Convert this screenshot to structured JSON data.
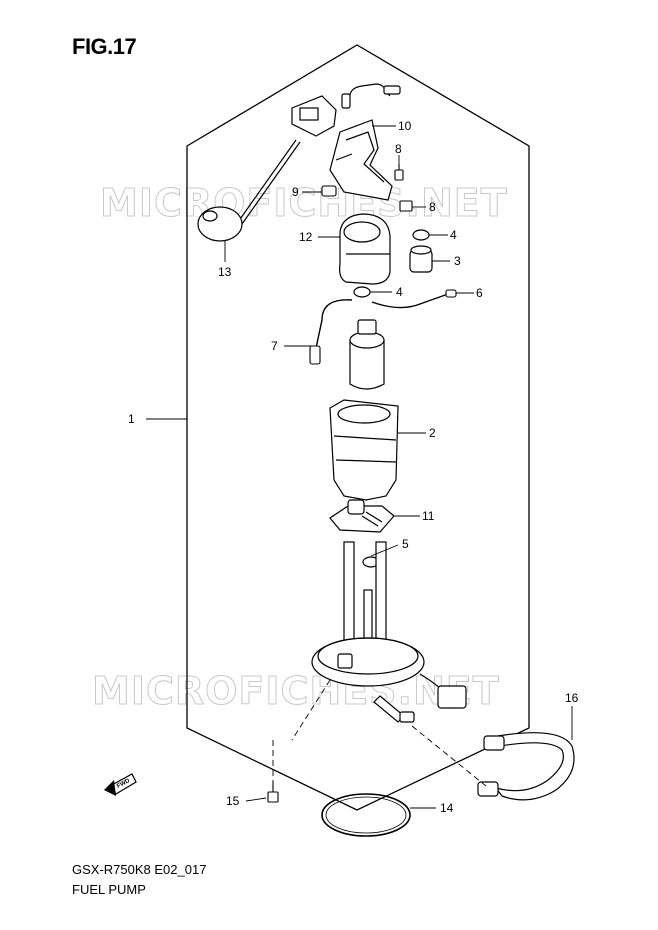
{
  "figure": {
    "title": "FIG.17"
  },
  "footer": {
    "model_code": "GSX-R750K8 E02_017",
    "section_name": "FUEL PUMP"
  },
  "watermark": {
    "text": "MICROFICHES.NET"
  },
  "fwd_marker": {
    "label": "FWD"
  },
  "callouts": [
    {
      "id": "c1",
      "label": "1"
    },
    {
      "id": "c2",
      "label": "2"
    },
    {
      "id": "c3",
      "label": "3"
    },
    {
      "id": "c4a",
      "label": "4"
    },
    {
      "id": "c4b",
      "label": "4"
    },
    {
      "id": "c5",
      "label": "5"
    },
    {
      "id": "c6",
      "label": "6"
    },
    {
      "id": "c7",
      "label": "7"
    },
    {
      "id": "c8a",
      "label": "8"
    },
    {
      "id": "c8b",
      "label": "8"
    },
    {
      "id": "c9",
      "label": "9"
    },
    {
      "id": "c10",
      "label": "10"
    },
    {
      "id": "c11",
      "label": "11"
    },
    {
      "id": "c12",
      "label": "12"
    },
    {
      "id": "c13",
      "label": "13"
    },
    {
      "id": "c14",
      "label": "14"
    },
    {
      "id": "c15",
      "label": "15"
    },
    {
      "id": "c16",
      "label": "16"
    }
  ]
}
